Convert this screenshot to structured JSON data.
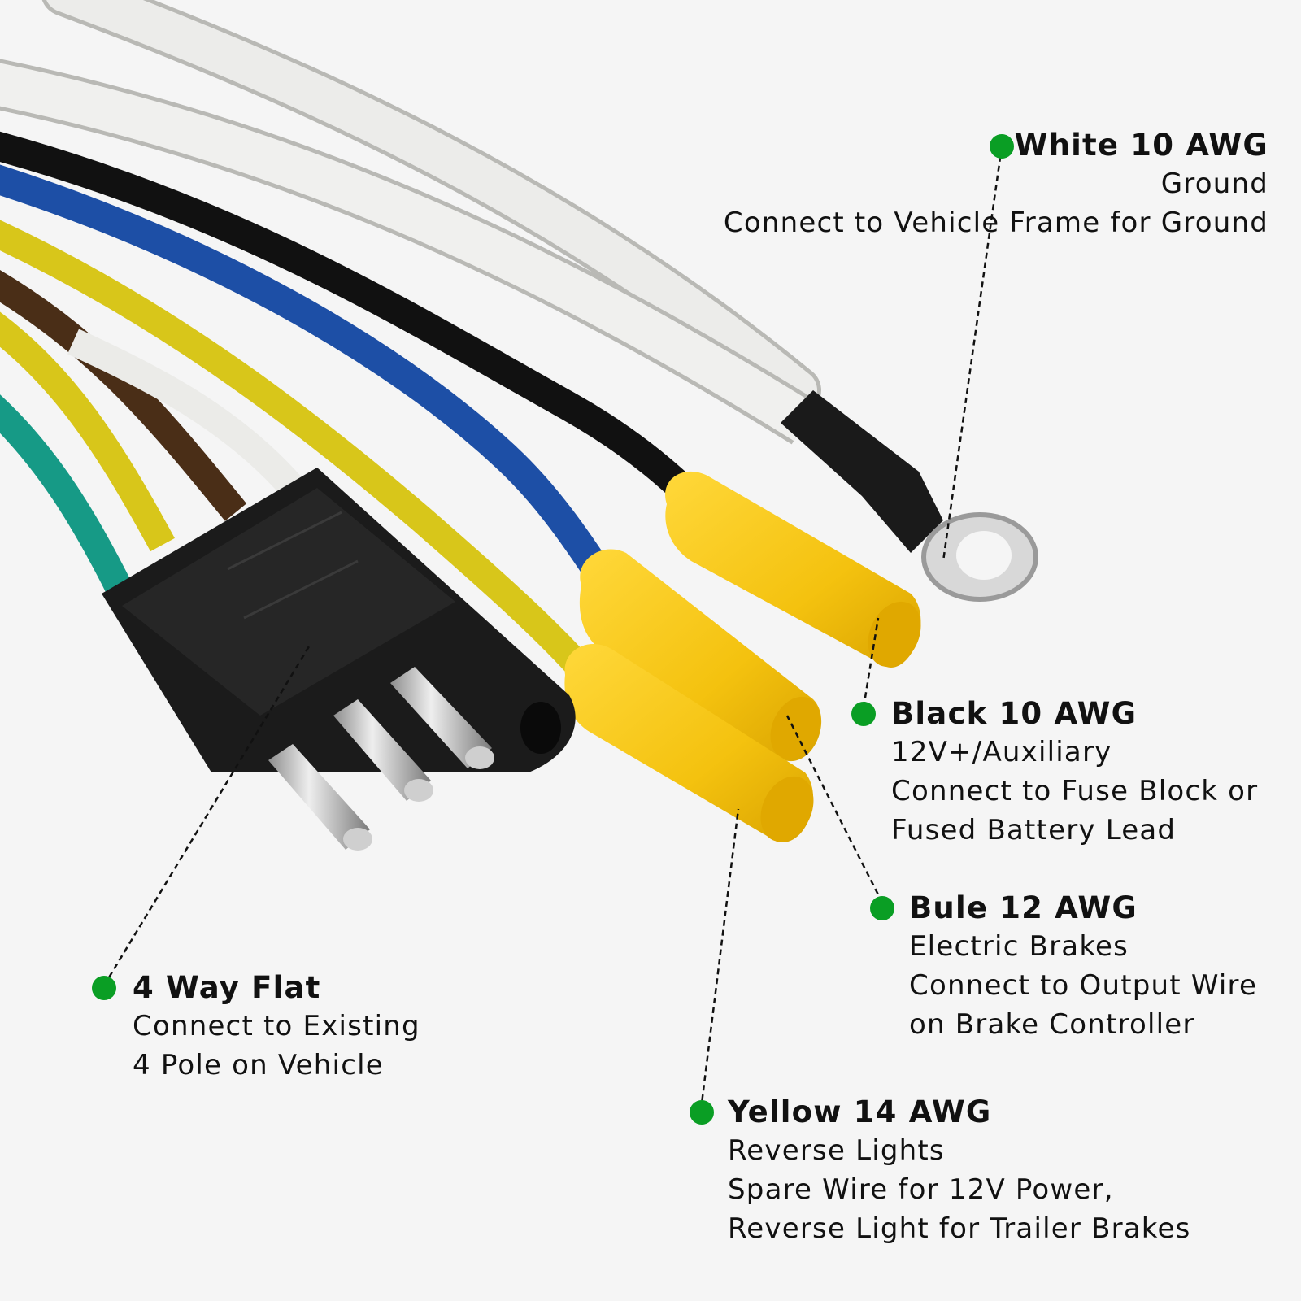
{
  "accent_color": "#0a9e24",
  "wire_colors": {
    "white": "#e9e9e6",
    "black": "#111111",
    "blue": "#1d4fa6",
    "yellow": "#d8c61a",
    "brown": "#4a2e17",
    "green": "#169a86",
    "terminal": "#f5c518"
  },
  "callouts": {
    "white": {
      "title": "White 10 AWG",
      "lines": [
        "Ground",
        "Connect to Vehicle Frame for Ground"
      ]
    },
    "black": {
      "title": "Black 10 AWG",
      "lines": [
        "12V+/Auxiliary",
        "Connect to Fuse Block or",
        "Fused Battery Lead"
      ]
    },
    "blue": {
      "title": "Bule 12 AWG",
      "lines": [
        "Electric Brakes",
        "Connect to Output Wire",
        "on Brake Controller"
      ]
    },
    "flat4": {
      "title": "4 Way Flat",
      "lines": [
        "Connect to Existing",
        "4 Pole on Vehicle"
      ]
    },
    "yellow": {
      "title": "Yellow 14 AWG",
      "lines": [
        "Reverse Lights",
        "Spare Wire for 12V Power,",
        "Reverse Light for Trailer Brakes"
      ]
    }
  }
}
